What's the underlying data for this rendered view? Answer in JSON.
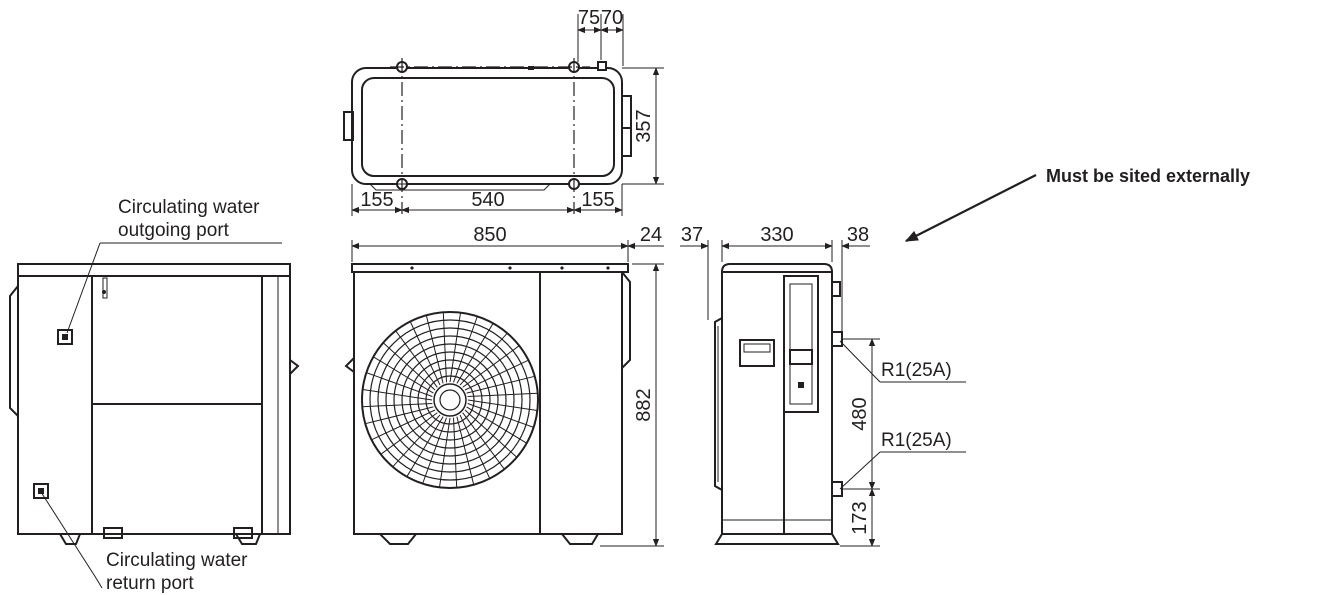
{
  "top_view": {
    "dims": {
      "d75": "75",
      "d70": "70",
      "d357": "357",
      "d155_left": "155",
      "d540": "540",
      "d155_right": "155"
    }
  },
  "front_view": {
    "dims": {
      "d850": "850",
      "d24": "24",
      "d882": "882"
    }
  },
  "side_view": {
    "dims": {
      "d37": "37",
      "d330": "330",
      "d38": "38",
      "d480": "480",
      "d173": "173"
    },
    "fittings": {
      "upper": "R1(25A)",
      "lower": "R1(25A)"
    }
  },
  "rear_view": {
    "labels": {
      "outgoing_line1": "Circulating water",
      "outgoing_line2": "outgoing port",
      "return_line1": "Circulating water",
      "return_line2": "return port"
    }
  },
  "annotation": {
    "note": "Must be sited externally"
  }
}
